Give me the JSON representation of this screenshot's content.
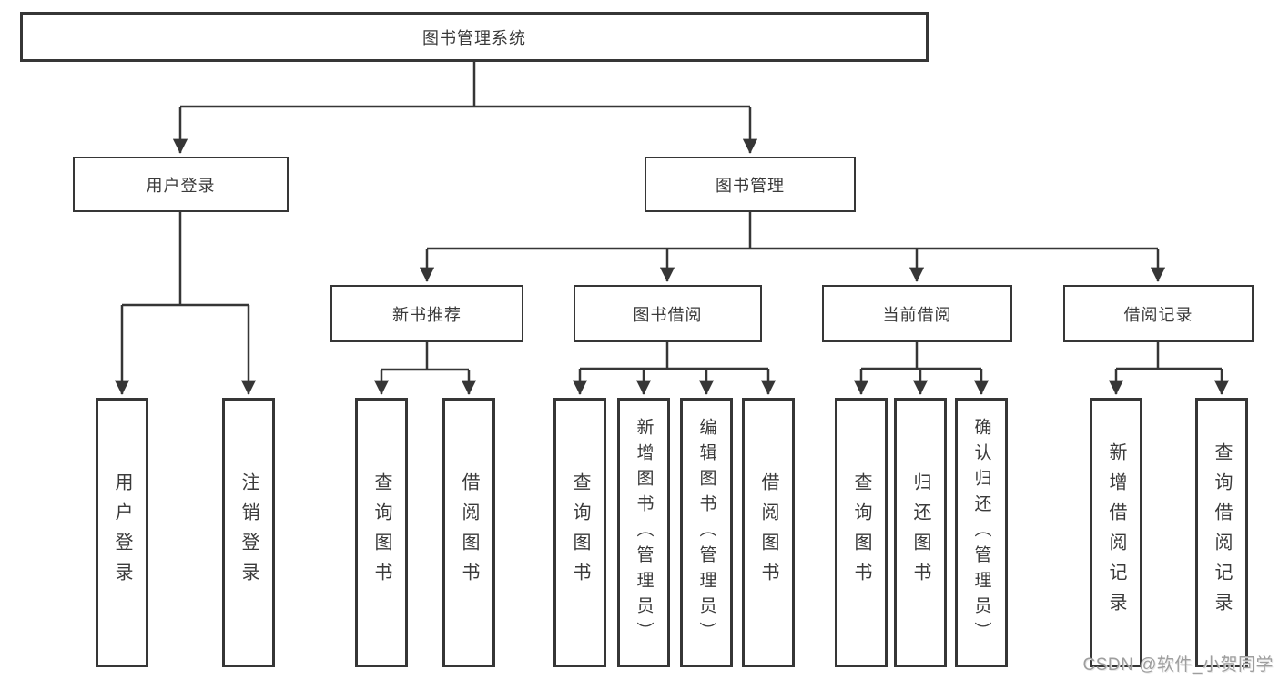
{
  "colors": {
    "line": "#363636",
    "text": "#3a3a3a",
    "background": "#ffffff",
    "watermark": "#9e9e9e"
  },
  "tree": {
    "root": {
      "label": "图书管理系统"
    },
    "children": [
      {
        "label": "用户登录",
        "children": [
          {
            "label": "用户登录"
          },
          {
            "label": "注销登录"
          }
        ]
      },
      {
        "label": "图书管理",
        "children": [
          {
            "label": "新书推荐",
            "children": [
              {
                "label": "查询图书"
              },
              {
                "label": "借阅图书"
              }
            ]
          },
          {
            "label": "图书借阅",
            "children": [
              {
                "label": "查询图书"
              },
              {
                "label": "新增图书（管理员）"
              },
              {
                "label": "编辑图书（管理员）"
              },
              {
                "label": "借阅图书"
              }
            ]
          },
          {
            "label": "当前借阅",
            "children": [
              {
                "label": "查询图书"
              },
              {
                "label": "归还图书"
              },
              {
                "label": "确认归还（管理员）"
              }
            ]
          },
          {
            "label": "借阅记录",
            "children": [
              {
                "label": "新增借阅记录"
              },
              {
                "label": "查询借阅记录"
              }
            ]
          }
        ]
      }
    ]
  },
  "watermark": {
    "text": "CSDN @软件_小贺同学"
  }
}
